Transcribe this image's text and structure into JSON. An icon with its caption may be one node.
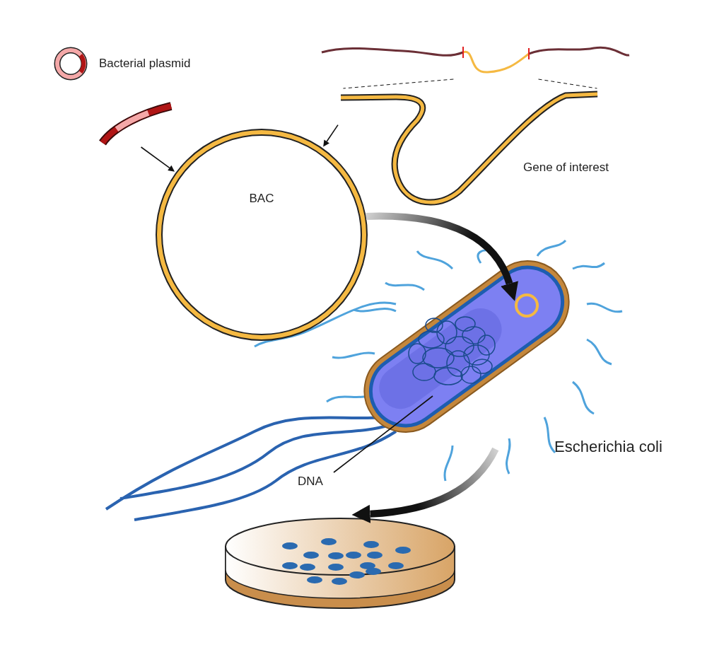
{
  "diagram": {
    "nodes": [
      {
        "text": [
          "Bacterial plasmid"
        ]
      },
      {
        "text": [],
        "shape": "picture"
      },
      {
        "text": [],
        "shape": "picture"
      },
      {
        "text": [
          "Gene of interest"
        ]
      },
      {
        "text": [
          "BAC"
        ]
      },
      {
        "text": [],
        "shape": "picture",
        "beside": [
          "Escherichia coli"
        ]
      },
      {
        "text": [],
        "shape": "circle",
        "in": 5
      },
      {
        "text": [],
        "shape": "picture",
        "in": 5
      },
      {
        "text": [
          "DNA"
        ]
      },
      {
        "text": [],
        "shape": "picture"
      }
    ],
    "edges": [
      {
        "from": 1,
        "to": 4,
        "arrow": "to"
      },
      {
        "from": 3,
        "to": 4,
        "arrow": "to"
      },
      {
        "from": 2,
        "to": 3,
        "arrow": "none",
        "style": "dashed"
      },
      {
        "from": 2,
        "to": 3,
        "arrow": "none",
        "style": "dashed"
      },
      {
        "from": 4,
        "to": 6,
        "arrow": "to",
        "style": "thick"
      },
      {
        "from": 5,
        "to": 9,
        "arrow": "to",
        "style": "thick"
      },
      {
        "from": 8,
        "to": 7,
        "arrow": "none"
      }
    ]
  }
}
